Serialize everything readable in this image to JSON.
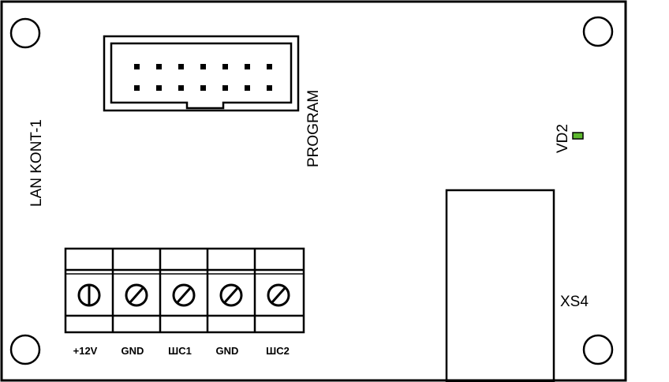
{
  "board": {
    "name": "LAN KONT-1",
    "program_header_label": "PROGRAM",
    "led_label": "VD2",
    "connector_label": "XS4",
    "terminals": [
      "+12V",
      "GND",
      "ШС1",
      "GND",
      "ШС2"
    ]
  },
  "colors": {
    "outline": "#000000",
    "led": "#5db82e",
    "background": "#ffffff"
  },
  "icons": {
    "mounting_hole": "circle",
    "terminal_screw_1": "screw-vertical-slot-icon",
    "terminal_screw_other": "screw-diagonal-slot-icon"
  }
}
